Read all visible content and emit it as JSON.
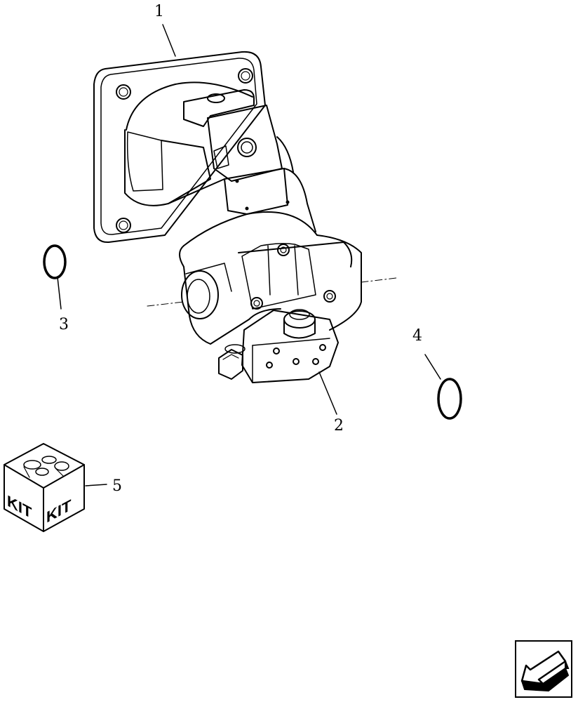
{
  "callouts": {
    "c1": "1",
    "c2": "2",
    "c3": "3",
    "c4": "4",
    "c5": "5"
  },
  "kit": {
    "face_left": "KIT",
    "face_right": "KIT"
  },
  "icons": {
    "nav": "arrow-left-icon"
  },
  "colors": {
    "line": "#000000",
    "background": "#ffffff"
  }
}
